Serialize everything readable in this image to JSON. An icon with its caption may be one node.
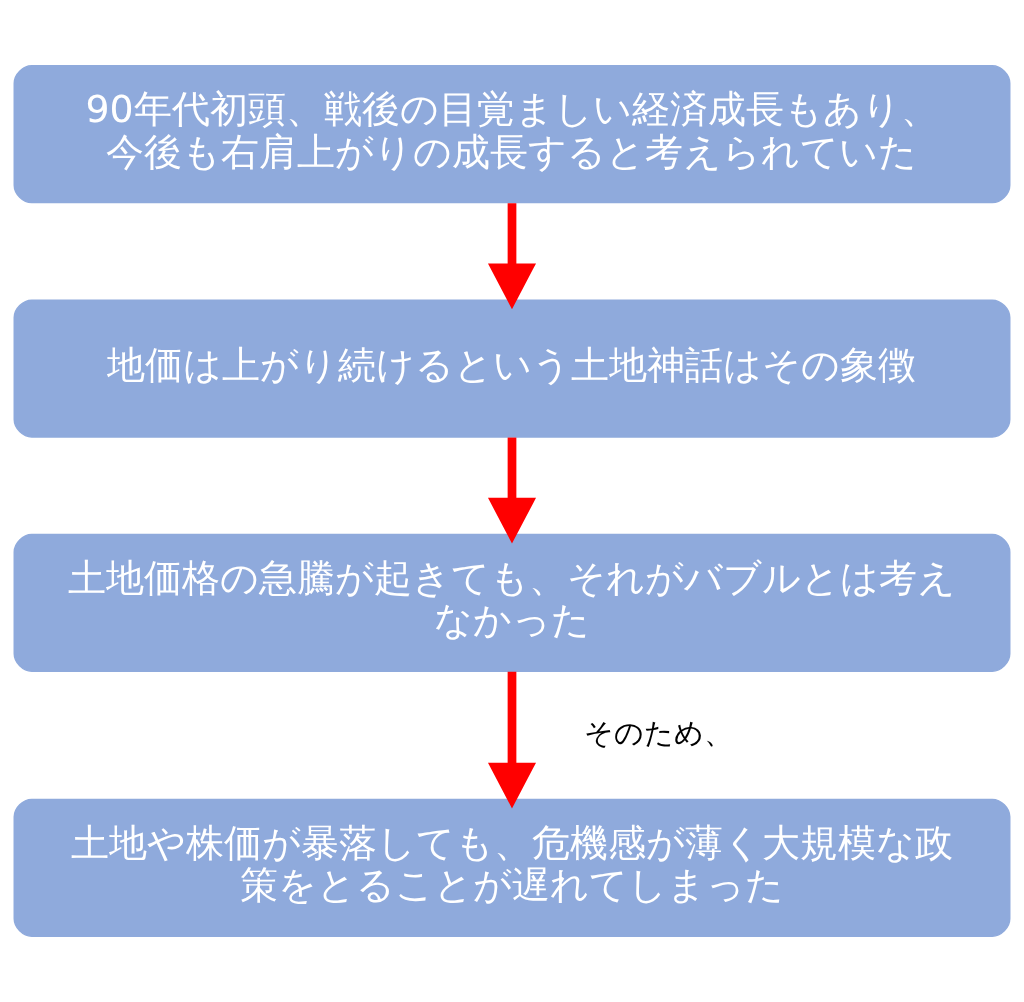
{
  "diagram": {
    "nodes": [
      {
        "text": [
          "90年代初頭、戦後の目覚ましい経済成長もあり、今後も右肩上がりの成長すると考えられていた"
        ]
      },
      {
        "text": [
          "地価は上がり続けるという土地神話はその象徴"
        ]
      },
      {
        "text": [
          "土地価格の急騰が起きても、それがバブルとは考えなかった"
        ]
      },
      {
        "text": [
          "土地や株価が暴落しても、危機感が薄く大規模な政策をとることが遅れてしまった"
        ]
      }
    ],
    "edges": [
      {
        "from": 0,
        "to": 1,
        "arrow": "to"
      },
      {
        "from": 1,
        "to": 2,
        "arrow": "to"
      },
      {
        "from": 2,
        "to": 3,
        "arrow": "to",
        "label": "そのため、"
      }
    ]
  }
}
